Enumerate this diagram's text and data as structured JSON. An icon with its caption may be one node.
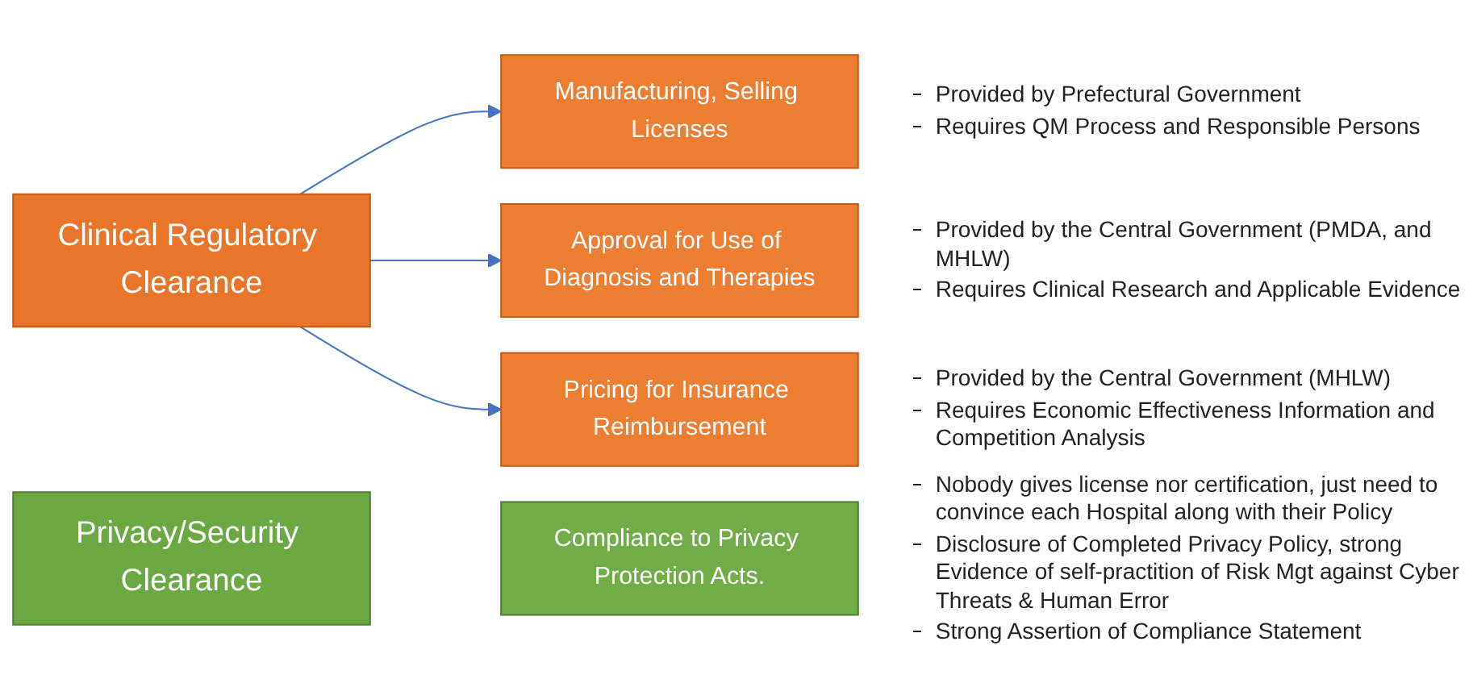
{
  "diagram": {
    "nodes": [
      {
        "text": [
          "Clinical Regulatory Clearance"
        ]
      },
      {
        "text": [
          "Manufacturing, Selling Licenses"
        ],
        "beside": [
          "Provided by Prefectural Government",
          "Requires QM Process and Responsible Persons"
        ]
      },
      {
        "text": [
          "Approval for Use of Diagnosis and Therapies"
        ],
        "beside": [
          "Provided by the Central Government (PMDA, and MHLW)",
          "Requires Clinical Research and Applicable Evidence"
        ]
      },
      {
        "text": [
          "Pricing for Insurance Reimbursement"
        ],
        "beside": [
          "Provided by the Central Government (MHLW)",
          "Requires Economic Effectiveness Information and Competition Analysis"
        ]
      },
      {
        "text": [
          "Privacy/Security Clearance"
        ]
      },
      {
        "text": [
          "Compliance to Privacy Protection Acts."
        ],
        "beside": [
          "Nobody gives license nor certification, just need to convince each Hospital along with their Policy",
          "Disclosure of Completed Privacy Policy, strong Evidence of self-practition of Risk Mgt against Cyber Threats & Human Error",
          "Strong Assertion of Compliance Statement"
        ]
      }
    ],
    "edges": [
      {
        "from": 0,
        "to": 1,
        "arrow": "to"
      },
      {
        "from": 0,
        "to": 2,
        "arrow": "to"
      },
      {
        "from": 0,
        "to": 3,
        "arrow": "to"
      }
    ]
  }
}
